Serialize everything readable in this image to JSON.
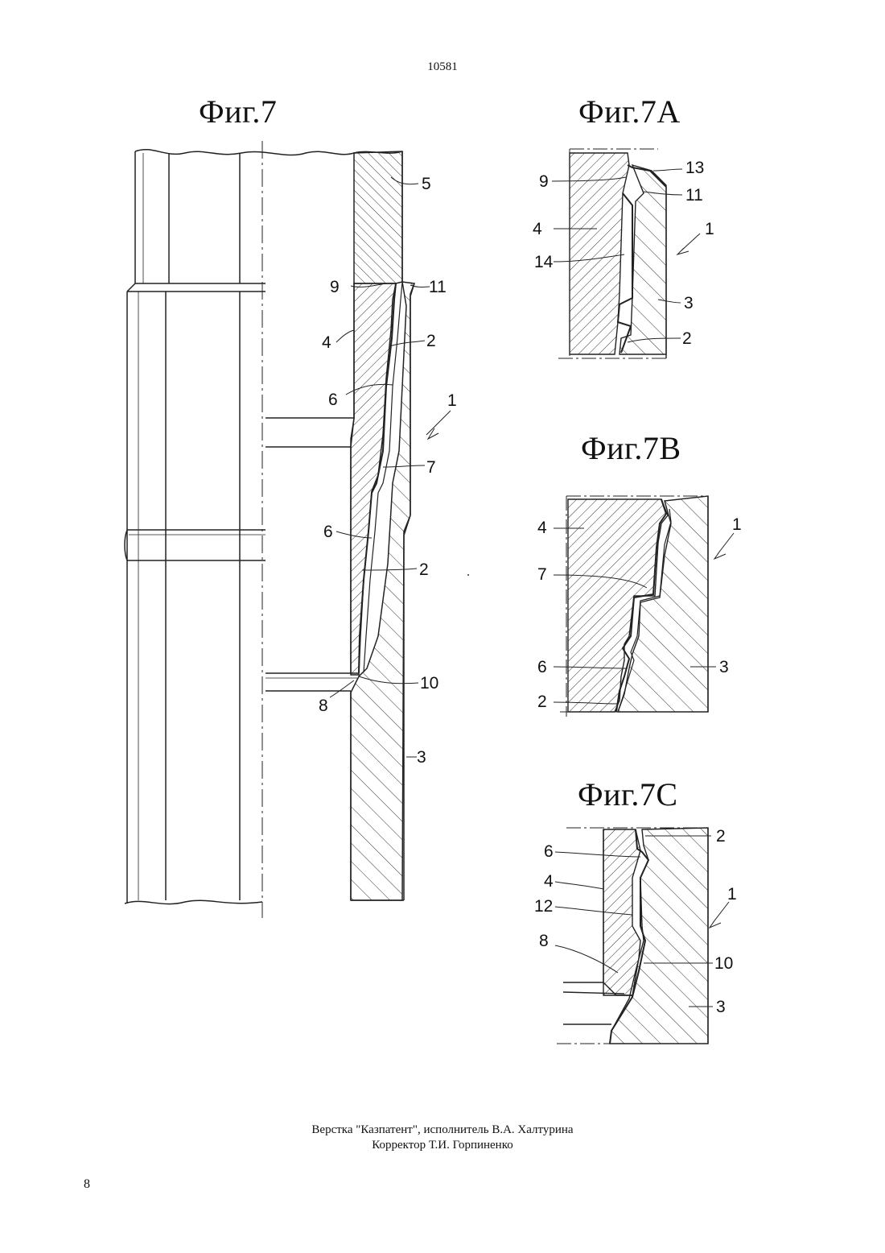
{
  "header": {
    "page_ref": "10581"
  },
  "figures": {
    "fig7": {
      "title": "Фиг.7",
      "labels": [
        "5",
        "9",
        "11",
        "4",
        "2",
        "6",
        "1",
        "7",
        "6",
        "2",
        "10",
        "8",
        "3"
      ]
    },
    "fig7a": {
      "title": "Фиг.7A",
      "labels": [
        "13",
        "9",
        "11",
        "4",
        "1",
        "14",
        "3",
        "2"
      ]
    },
    "fig7b": {
      "title": "Фиг.7B",
      "labels": [
        "4",
        "1",
        "7",
        "6",
        "3",
        "2"
      ]
    },
    "fig7c": {
      "title": "Фиг.7C",
      "labels": [
        "2",
        "6",
        "4",
        "12",
        "1",
        "8",
        "10",
        "3"
      ]
    }
  },
  "footer": {
    "line1": "Верстка \"Казпатент\", исполнитель В.А. Халтурина",
    "line2": "Корректор Т.И. Горпиненко"
  },
  "page_number": "8"
}
